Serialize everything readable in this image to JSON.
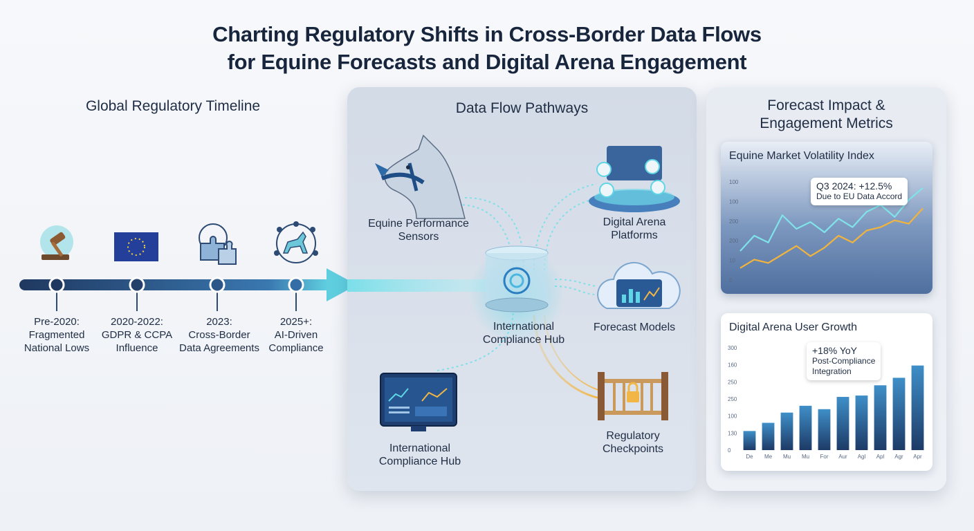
{
  "title_line1": "Charting Regulatory Shifts in Cross-Border Data Flows",
  "title_line2": "for Equine Forecasts and Digital Arena Engagement",
  "timeline": {
    "heading": "Global Regulatory Timeline",
    "milestones": [
      {
        "label": "Pre-2020:\nFragmented\nNational Lows",
        "icon": "gavel-icon"
      },
      {
        "label": "2020-2022:\nGDPR & CCPA\nInfluence",
        "icon": "eu-flag-icon"
      },
      {
        "label": "2023:\nCross-Border\nData Agreements",
        "icon": "puzzle-icon"
      },
      {
        "label": "2025+:\nAI-Driven\nCompliance",
        "icon": "horse-network-icon"
      }
    ]
  },
  "flow": {
    "heading": "Data Flow Pathways",
    "nodes": {
      "sensors": "Equine Performance\nSensors",
      "arena": "Digital Arena\nPlatforms",
      "hub": "International\nCompliance Hub",
      "forecast": "Forecast Models",
      "hub_secondary": "International\nCompliance Hub",
      "checkpoints": "Regulatory\nCheckpoints"
    },
    "colors": {
      "cyan": "#5fd6e6",
      "gold": "#f2b646"
    }
  },
  "metrics": {
    "heading": "Forecast Impact &\nEngagement Metrics",
    "volatility": {
      "title": "Equine Market Volatility Index",
      "callout_line1": "Q3 2024: +12.5%",
      "callout_line2": "Due to EU Data Accord"
    },
    "growth": {
      "title": "Digital Arena User Growth",
      "callout_line1": "+18% YoY",
      "callout_line2": "Post-Compliance",
      "callout_line3": "Integration"
    }
  },
  "chart_data": [
    {
      "type": "line",
      "title": "Equine Market Volatility Index",
      "y_ticks": [
        "100",
        "100",
        "200",
        "200",
        "10",
        "0"
      ],
      "x": [
        0,
        1,
        2,
        3,
        4,
        5,
        6,
        7,
        8,
        9,
        10,
        11,
        12,
        13
      ],
      "series": [
        {
          "values": [
            34,
            52,
            44,
            76,
            60,
            68,
            56,
            72,
            62,
            80,
            88,
            74,
            94,
            108
          ],
          "color": "#7fe3ea"
        },
        {
          "values": [
            14,
            24,
            20,
            30,
            40,
            28,
            38,
            52,
            44,
            58,
            62,
            70,
            66,
            84
          ],
          "color": "#f1b43d"
        }
      ],
      "ylim": [
        0,
        120
      ]
    },
    {
      "type": "bar",
      "title": "Digital Arena User Growth",
      "categories": [
        "De",
        "Me",
        "Mu",
        "Mu",
        "For",
        "Aur",
        "Agl",
        "Apl",
        "Agr",
        "Apr"
      ],
      "y_ticks": [
        "300",
        "160",
        "250",
        "250",
        "100",
        "130",
        "0"
      ],
      "values": [
        28,
        40,
        55,
        65,
        60,
        78,
        80,
        95,
        106,
        124
      ],
      "ylim": [
        0,
        150
      ]
    }
  ]
}
